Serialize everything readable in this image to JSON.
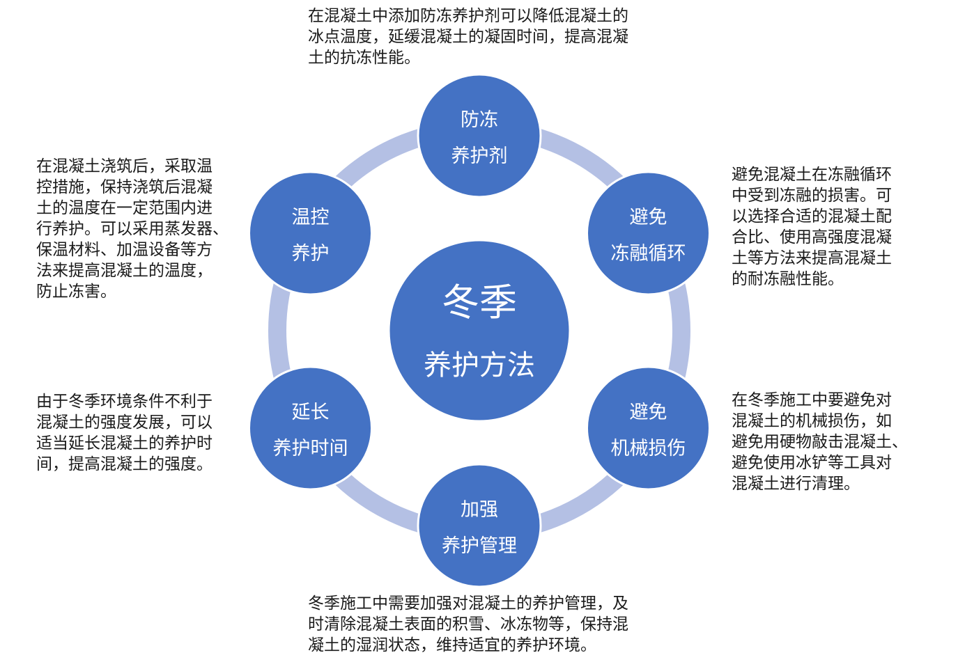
{
  "colors": {
    "node": "#4472C4",
    "ring": "#B4C0E4",
    "node_border": "#ffffff",
    "node_text": "#ffffff"
  },
  "center": {
    "line1": "冬季",
    "line2": "养护方法"
  },
  "nodes": [
    {
      "id": "antifreeze",
      "line1": "防冻",
      "line2": "养护剂"
    },
    {
      "id": "freeze-thaw",
      "line1": "避免",
      "line2": "冻融循环"
    },
    {
      "id": "mechanical",
      "line1": "避免",
      "line2": "机械损伤"
    },
    {
      "id": "management",
      "line1": "加强",
      "line2": "养护管理"
    },
    {
      "id": "extend-time",
      "line1": "延长",
      "line2": "养护时间"
    },
    {
      "id": "temperature",
      "line1": "温控",
      "line2": "养护"
    }
  ],
  "notes": {
    "top": "在混凝土中添加防冻养护剂可以降低混凝土的\n冰点温度，延缓混凝土的凝固时间，提高混凝\n土的抗冻性能。",
    "top_right": "避免混凝土在冻融循环\n中受到冻融的损害。可\n以选择合适的混凝土配\n合比、使用高强度混凝\n土等方法来提高混凝土\n的耐冻融性能。",
    "bottom_right": "在冬季施工中要避免对\n混凝土的机械损伤，如\n避免用硬物敲击混凝土、\n避免使用冰铲等工具对\n混凝土进行清理。",
    "bottom": "冬季施工中需要加强对混凝土的养护管理，及\n时清除混凝土表面的积雪、冰冻物等，保持混\n凝土的湿润状态，维持适宜的养护环境。",
    "bottom_left": "由于冬季环境条件不利于\n混凝土的强度发展，可以\n适当延长混凝土的养护时\n间，提高混凝土的强度。",
    "top_left": "在混凝土浇筑后，采取温\n控措施，保持浇筑后混凝\n土的温度在一定范围内进\n行养护。可以采用蒸发器、\n保温材料、加温设备等方\n法来提高混凝土的温度，\n防止冻害。"
  }
}
